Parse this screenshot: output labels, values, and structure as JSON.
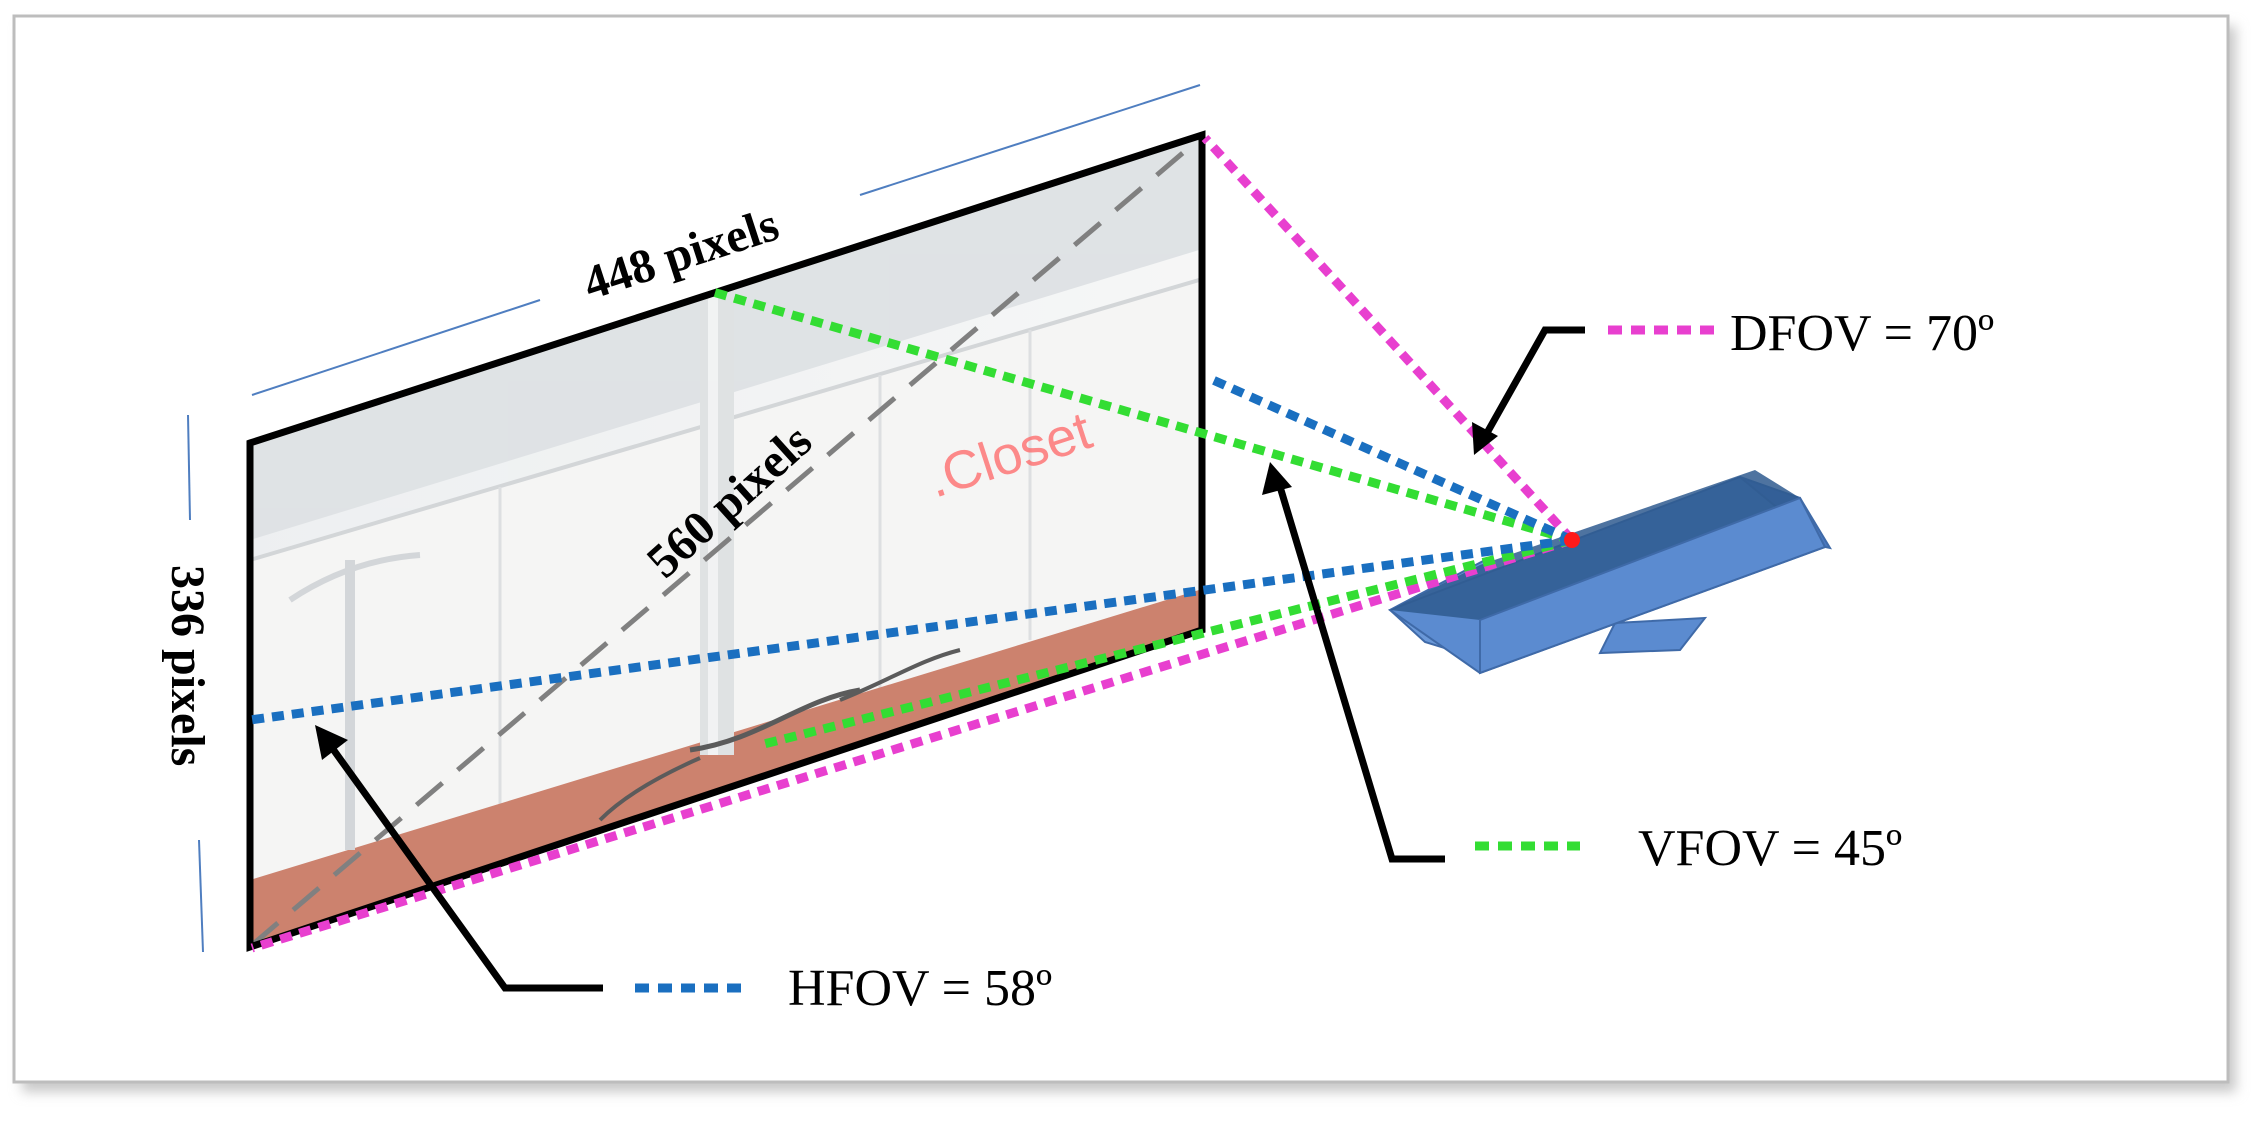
{
  "labels": {
    "width": "448 pixels",
    "height": "336 pixels",
    "diagonal": "560 pixels",
    "closet": ".Closet"
  },
  "legend": {
    "dfov": "DFOV = 70º",
    "vfov": "VFOV = 45º",
    "hfov": "HFOV = 58º"
  },
  "colors": {
    "dfov": "#e83fcf",
    "vfov": "#33dd33",
    "hfov": "#1a6fc0",
    "frame": "#000000",
    "diagonal": "#808080",
    "sensor_top": "#2f5a8f",
    "sensor_side": "#5b8bd0",
    "guide": "#4f7ec0",
    "closet_text": "#ff6666"
  }
}
